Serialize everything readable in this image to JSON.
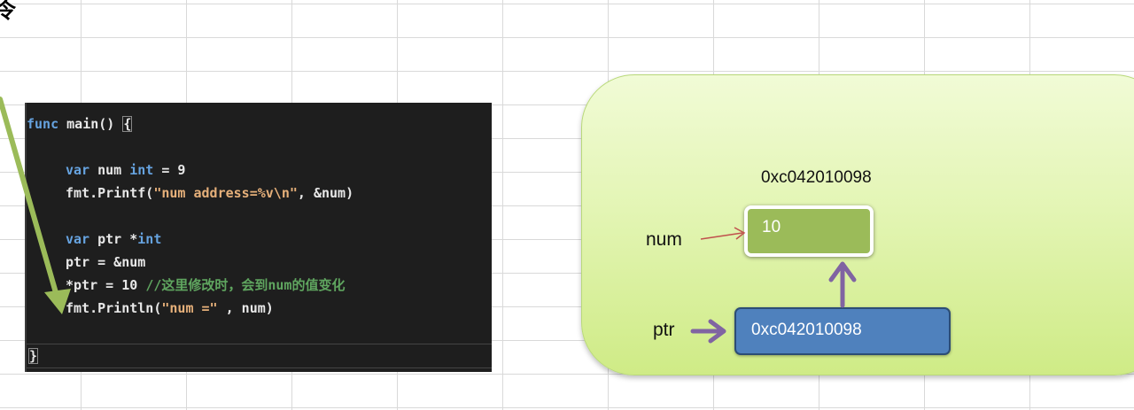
{
  "corner_glyph": "令",
  "code": {
    "line1": {
      "kw": "func",
      "rest": " main() ",
      "brace": "{"
    },
    "line2": {
      "kw": "var",
      "name": " num ",
      "type": "int",
      "rest": " = 9"
    },
    "line3": {
      "fn": "fmt.Printf(",
      "str": "\"num address=%v\\n\"",
      "rest": ", &num)"
    },
    "line4": {
      "kw": "var",
      "rest": " ptr *",
      "type": "int"
    },
    "line5": {
      "text": "ptr = &num"
    },
    "line6": {
      "code": "*ptr = 10 ",
      "comment": "//这里修改时，会到num的值变化"
    },
    "line7": {
      "fn": "fmt.Println(",
      "str": "\"num =\"",
      "rest": " , num)"
    },
    "line8": {
      "text": "}"
    }
  },
  "memory": {
    "address_label": "0xc042010098",
    "num_value": "10",
    "ptr_value": "0xc042010098",
    "num_label": "num",
    "ptr_label": "ptr"
  },
  "colors": {
    "num_box": "#9bbb59",
    "ptr_box": "#4f81bd",
    "arrow_purple": "#8064a2",
    "arrow_green": "#9bbb59",
    "panel_green": "#d7f09a"
  }
}
